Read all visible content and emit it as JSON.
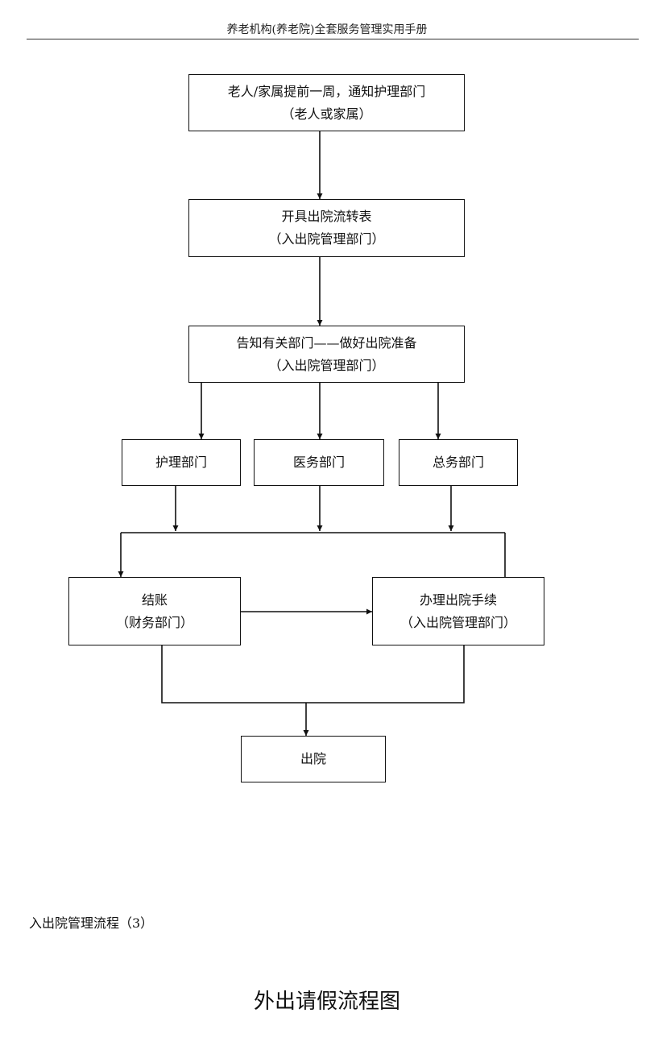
{
  "header": {
    "title": "养老机构(养老院)全套服务管理实用手册"
  },
  "flow": {
    "step1": {
      "line1": "老人/家属提前一周，通知护理部门",
      "line2": "（老人或家属）"
    },
    "step2": {
      "line1": "开具出院流转表",
      "line2": "（入出院管理部门）"
    },
    "step3": {
      "line1": "告知有关部门——做好出院准备",
      "line2": "（入出院管理部门）"
    },
    "dept_nursing": {
      "label": "护理部门"
    },
    "dept_medical": {
      "label": "医务部门"
    },
    "dept_general": {
      "label": "总务部门"
    },
    "settle": {
      "line1": "结账",
      "line2": "（财务部门）"
    },
    "discharge_proc": {
      "line1": "办理出院手续",
      "line2": "（入出院管理部门）"
    },
    "discharged": {
      "label": "出院"
    }
  },
  "caption": "入出院管理流程（3）",
  "next_section_title": "外出请假流程图"
}
